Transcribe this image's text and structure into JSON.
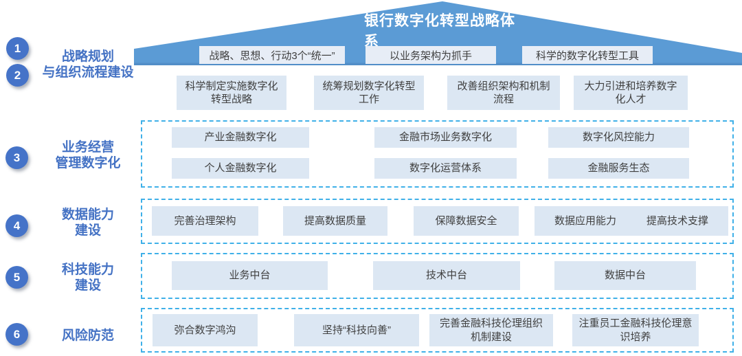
{
  "colors": {
    "roof_blue": "#5b9bd5",
    "roof_edge": "#4a83bd",
    "light_box": "#dce7f3",
    "pillar_box": "#e7edf6",
    "dashed_border": "#3fb0e8",
    "badge_blue": "#4573c8",
    "label_blue": "#4472c4",
    "box_text": "#404040"
  },
  "roof": {
    "title": "银行数字化转型战略体系",
    "pillars": [
      "战略、思想、行动3个“统一”",
      "以业务架构为抓手",
      "科学的数字化转型工具"
    ]
  },
  "sidebar": {
    "groups": [
      {
        "numbers": [
          "1",
          "2"
        ],
        "label": "战略规划\n与组织流程建设"
      },
      {
        "numbers": [
          "3"
        ],
        "label": "业务经营\n管理数字化"
      },
      {
        "numbers": [
          "4"
        ],
        "label": "数据能力\n建设"
      },
      {
        "numbers": [
          "5"
        ],
        "label": "科技能力\n建设"
      },
      {
        "numbers": [
          "6"
        ],
        "label": "风险防范"
      }
    ]
  },
  "strategy_row": {
    "boxes": [
      "科学制定实施数字化\n转型战略",
      "统筹规划数字化转型\n工作",
      "改善组织架构和机制\n流程",
      "大力引进和培养数字\n化人才"
    ]
  },
  "sections": {
    "business": {
      "boxes": [
        "产业金融数字化",
        "金融市场业务数字化",
        "数字化风控能力",
        "个人金融数字化",
        "数字化运营体系",
        "金融服务生态"
      ]
    },
    "data": {
      "boxes": [
        "完善治理架构",
        "提高数据质量",
        "保障数据安全",
        "数据应用能力",
        "提高技术支撑"
      ]
    },
    "tech": {
      "boxes": [
        "业务中台",
        "技术中台",
        "数据中台"
      ]
    },
    "risk": {
      "boxes": [
        "弥合数字鸿沟",
        "坚持“科技向善”",
        "完善金融科技伦理组织\n机制建设",
        "注重员工金融科技伦理意\n识培养"
      ]
    }
  }
}
